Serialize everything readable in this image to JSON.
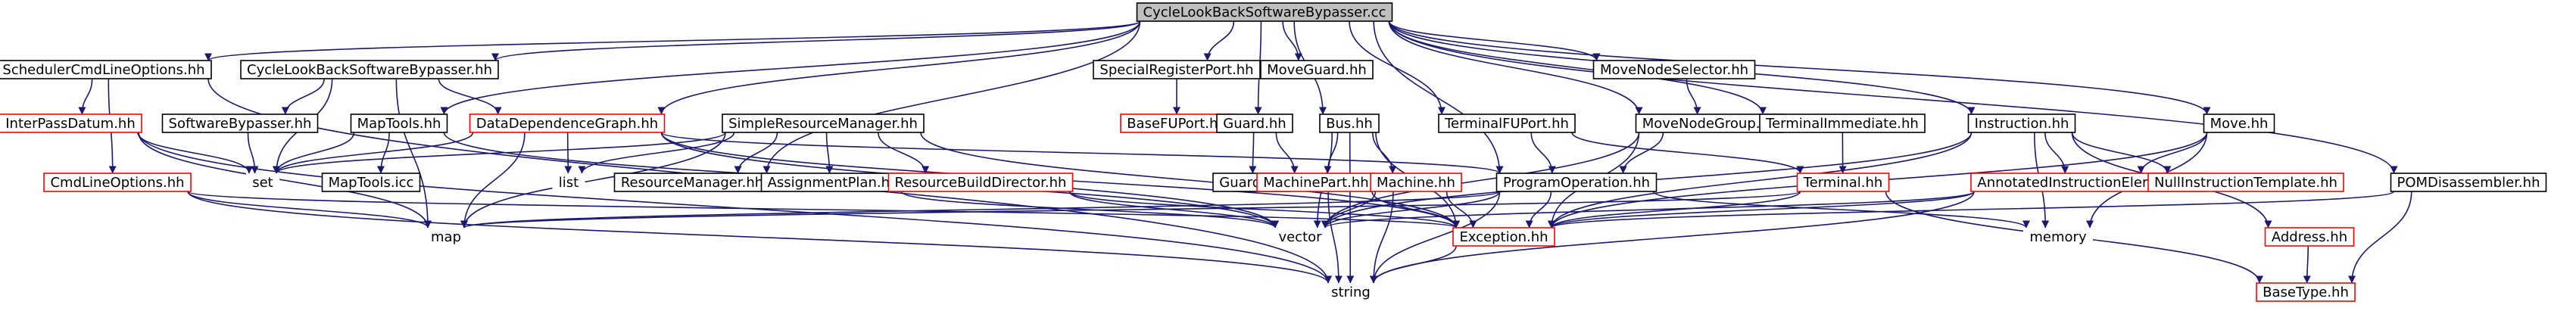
{
  "graph": {
    "colors": {
      "edge": "#191970",
      "node_border_black": "#000000",
      "node_border_red": "#ff0000",
      "root_fill": "#bfbfbf",
      "text": "#000000"
    },
    "nodes": [
      {
        "id": "root",
        "label": "CycleLookBackSoftwareBypasser.cc",
        "border": "black",
        "root": true
      },
      {
        "id": "schedCmd",
        "label": "SchedulerCmdLineOptions.hh",
        "border": "black"
      },
      {
        "id": "clbsbHH",
        "label": "CycleLookBackSoftwareBypasser.hh",
        "border": "black"
      },
      {
        "id": "specialReg",
        "label": "SpecialRegisterPort.hh",
        "border": "black"
      },
      {
        "id": "moveGuard",
        "label": "MoveGuard.hh",
        "border": "black"
      },
      {
        "id": "moveNodeSel",
        "label": "MoveNodeSelector.hh",
        "border": "black"
      },
      {
        "id": "interPass",
        "label": "InterPassDatum.hh",
        "border": "red"
      },
      {
        "id": "swBypasser",
        "label": "SoftwareBypasser.hh",
        "border": "black"
      },
      {
        "id": "mapTools",
        "label": "MapTools.hh",
        "border": "black"
      },
      {
        "id": "ddg",
        "label": "DataDependenceGraph.hh",
        "border": "red"
      },
      {
        "id": "simpleRM",
        "label": "SimpleResourceManager.hh",
        "border": "black"
      },
      {
        "id": "baseFU",
        "label": "BaseFUPort.hh",
        "border": "red"
      },
      {
        "id": "guard",
        "label": "Guard.hh",
        "border": "black"
      },
      {
        "id": "bus",
        "label": "Bus.hh",
        "border": "black"
      },
      {
        "id": "termFU",
        "label": "TerminalFUPort.hh",
        "border": "black"
      },
      {
        "id": "mng",
        "label": "MoveNodeGroup.hh",
        "border": "black"
      },
      {
        "id": "termImm",
        "label": "TerminalImmediate.hh",
        "border": "black"
      },
      {
        "id": "instr",
        "label": "Instruction.hh",
        "border": "black"
      },
      {
        "id": "move",
        "label": "Move.hh",
        "border": "black"
      },
      {
        "id": "cmdLine",
        "label": "CmdLineOptions.hh",
        "border": "red"
      },
      {
        "id": "set",
        "label": "set",
        "border": "none"
      },
      {
        "id": "mapToolsIcc",
        "label": "MapTools.icc",
        "border": "black"
      },
      {
        "id": "list",
        "label": "list",
        "border": "none"
      },
      {
        "id": "resMgr",
        "label": "ResourceManager.hh",
        "border": "black"
      },
      {
        "id": "assignPlan",
        "label": "AssignmentPlan.hh",
        "border": "black"
      },
      {
        "id": "resBuildDir",
        "label": "ResourceBuildDirector.hh",
        "border": "red"
      },
      {
        "id": "guardIcc",
        "label": "Guard.icc",
        "border": "black"
      },
      {
        "id": "machinePart",
        "label": "MachinePart.hh",
        "border": "red"
      },
      {
        "id": "machine",
        "label": "Machine.hh",
        "border": "red"
      },
      {
        "id": "progOp",
        "label": "ProgramOperation.hh",
        "border": "black"
      },
      {
        "id": "terminal",
        "label": "Terminal.hh",
        "border": "red"
      },
      {
        "id": "annotInstr",
        "label": "AnnotatedInstructionElement.hh",
        "border": "red"
      },
      {
        "id": "nullInstr",
        "label": "NullInstructionTemplate.hh",
        "border": "red"
      },
      {
        "id": "pomDis",
        "label": "POMDisassembler.hh",
        "border": "black"
      },
      {
        "id": "map",
        "label": "map",
        "border": "none"
      },
      {
        "id": "vector",
        "label": "vector",
        "border": "none"
      },
      {
        "id": "exception",
        "label": "Exception.hh",
        "border": "red"
      },
      {
        "id": "memory",
        "label": "memory",
        "border": "none"
      },
      {
        "id": "address",
        "label": "Address.hh",
        "border": "red"
      },
      {
        "id": "string",
        "label": "string",
        "border": "none"
      },
      {
        "id": "baseType",
        "label": "BaseType.hh",
        "border": "red"
      }
    ],
    "edges": [
      [
        "root",
        "schedCmd"
      ],
      [
        "root",
        "clbsbHH"
      ],
      [
        "root",
        "ddg"
      ],
      [
        "root",
        "mapTools"
      ],
      [
        "root",
        "specialReg"
      ],
      [
        "root",
        "moveGuard"
      ],
      [
        "root",
        "moveNodeSel"
      ],
      [
        "root",
        "guard"
      ],
      [
        "root",
        "bus"
      ],
      [
        "root",
        "termFU"
      ],
      [
        "root",
        "mng"
      ],
      [
        "root",
        "termImm"
      ],
      [
        "root",
        "instr"
      ],
      [
        "root",
        "move"
      ],
      [
        "root",
        "pomDis"
      ],
      [
        "root",
        "resMgr"
      ],
      [
        "root",
        "progOp"
      ],
      [
        "schedCmd",
        "interPass"
      ],
      [
        "schedCmd",
        "cmdLine"
      ],
      [
        "schedCmd",
        "string"
      ],
      [
        "clbsbHH",
        "swBypasser"
      ],
      [
        "clbsbHH",
        "ddg"
      ],
      [
        "clbsbHH",
        "set"
      ],
      [
        "clbsbHH",
        "map"
      ],
      [
        "specialReg",
        "baseFU"
      ],
      [
        "moveNodeSel",
        "mng"
      ],
      [
        "interPass",
        "set"
      ],
      [
        "interPass",
        "map"
      ],
      [
        "interPass",
        "string"
      ],
      [
        "swBypasser",
        "set"
      ],
      [
        "mapTools",
        "set"
      ],
      [
        "mapTools",
        "mapToolsIcc"
      ],
      [
        "mapTools",
        "vector"
      ],
      [
        "ddg",
        "set"
      ],
      [
        "ddg",
        "list"
      ],
      [
        "ddg",
        "map"
      ],
      [
        "ddg",
        "vector"
      ],
      [
        "ddg",
        "progOp"
      ],
      [
        "ddg",
        "exception"
      ],
      [
        "simpleRM",
        "set"
      ],
      [
        "simpleRM",
        "list"
      ],
      [
        "simpleRM",
        "resMgr"
      ],
      [
        "simpleRM",
        "assignPlan"
      ],
      [
        "simpleRM",
        "resBuildDir"
      ],
      [
        "simpleRM",
        "map"
      ],
      [
        "simpleRM",
        "exception"
      ],
      [
        "guard",
        "guardIcc"
      ],
      [
        "guard",
        "machinePart"
      ],
      [
        "bus",
        "machinePart"
      ],
      [
        "bus",
        "machine"
      ],
      [
        "bus",
        "vector"
      ],
      [
        "bus",
        "string"
      ],
      [
        "bus",
        "exception"
      ],
      [
        "termFU",
        "terminal"
      ],
      [
        "termFU",
        "progOp"
      ],
      [
        "mng",
        "progOp"
      ],
      [
        "mng",
        "vector"
      ],
      [
        "mng",
        "exception"
      ],
      [
        "termImm",
        "terminal"
      ],
      [
        "instr",
        "annotInstr"
      ],
      [
        "instr",
        "nullInstr"
      ],
      [
        "instr",
        "address"
      ],
      [
        "instr",
        "vector"
      ],
      [
        "instr",
        "memory"
      ],
      [
        "instr",
        "exception"
      ],
      [
        "move",
        "annotInstr"
      ],
      [
        "move",
        "exception"
      ],
      [
        "move",
        "memory"
      ],
      [
        "cmdLine",
        "map"
      ],
      [
        "cmdLine",
        "string"
      ],
      [
        "cmdLine",
        "exception"
      ],
      [
        "assignPlan",
        "vector"
      ],
      [
        "resBuildDir",
        "vector"
      ],
      [
        "resBuildDir",
        "exception"
      ],
      [
        "machinePart",
        "string"
      ],
      [
        "machinePart",
        "exception"
      ],
      [
        "machine",
        "vector"
      ],
      [
        "machine",
        "string"
      ],
      [
        "machine",
        "exception"
      ],
      [
        "progOp",
        "map"
      ],
      [
        "progOp",
        "vector"
      ],
      [
        "progOp",
        "string"
      ],
      [
        "progOp",
        "exception"
      ],
      [
        "progOp",
        "memory"
      ],
      [
        "terminal",
        "exception"
      ],
      [
        "terminal",
        "baseType"
      ],
      [
        "terminal",
        "map"
      ],
      [
        "annotInstr",
        "vector"
      ],
      [
        "annotInstr",
        "string"
      ],
      [
        "annotInstr",
        "exception"
      ],
      [
        "pomDis",
        "exception"
      ],
      [
        "pomDis",
        "baseType"
      ],
      [
        "address",
        "baseType"
      ],
      [
        "exception",
        "string"
      ]
    ]
  }
}
